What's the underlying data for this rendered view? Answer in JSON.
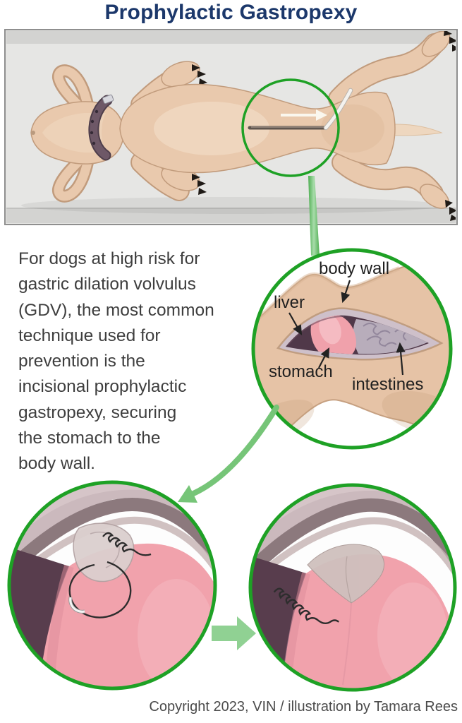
{
  "title": "Prophylactic Gastropexy",
  "intro_text": "For dogs at high risk for\ngastric dilation volvulus\n(GDV), the most common\ntechnique used for\nprevention is the\nincisional prophylactic\ngastropexy, securing\nthe stomach to the\nbody wall.",
  "anatomy_labels": {
    "body_wall": "body wall",
    "liver": "liver",
    "stomach": "stomach",
    "intestines": "intestines"
  },
  "copyright": "Copyright 2023, VIN / illustration by Tamara Rees",
  "illustration": {
    "overview": "dog lying on back on gray table, incision site circled on abdomen with probe and direction arrow",
    "detail_1": "cross-section of abdominal incision showing liver, stomach, intestines and body wall",
    "detail_2": "suture with needle looping stomach wall to body wall",
    "detail_3": "completed suture line securing stomach to body wall"
  },
  "icons": {
    "direction_arrow": "right-arrow",
    "zoom_connector": "tapered-wedge",
    "detail_curved_arrow": "curved-down-left-arrow",
    "next_step_arrow": "right-block-arrow"
  },
  "colors": {
    "accent_green": "#1ea125",
    "arrow_green": "#7cc77c",
    "title_navy": "#1c386b",
    "body_text_gray": "#3e3e3e",
    "panel_gray": "#e6e6e4",
    "dog_tan": "#e9c9ad",
    "stomach_pink": "#f1a2ac",
    "liver_maroon": "#583d4d",
    "intestines_gray": "#b8adbb",
    "collar_purple": "#6e5867"
  }
}
